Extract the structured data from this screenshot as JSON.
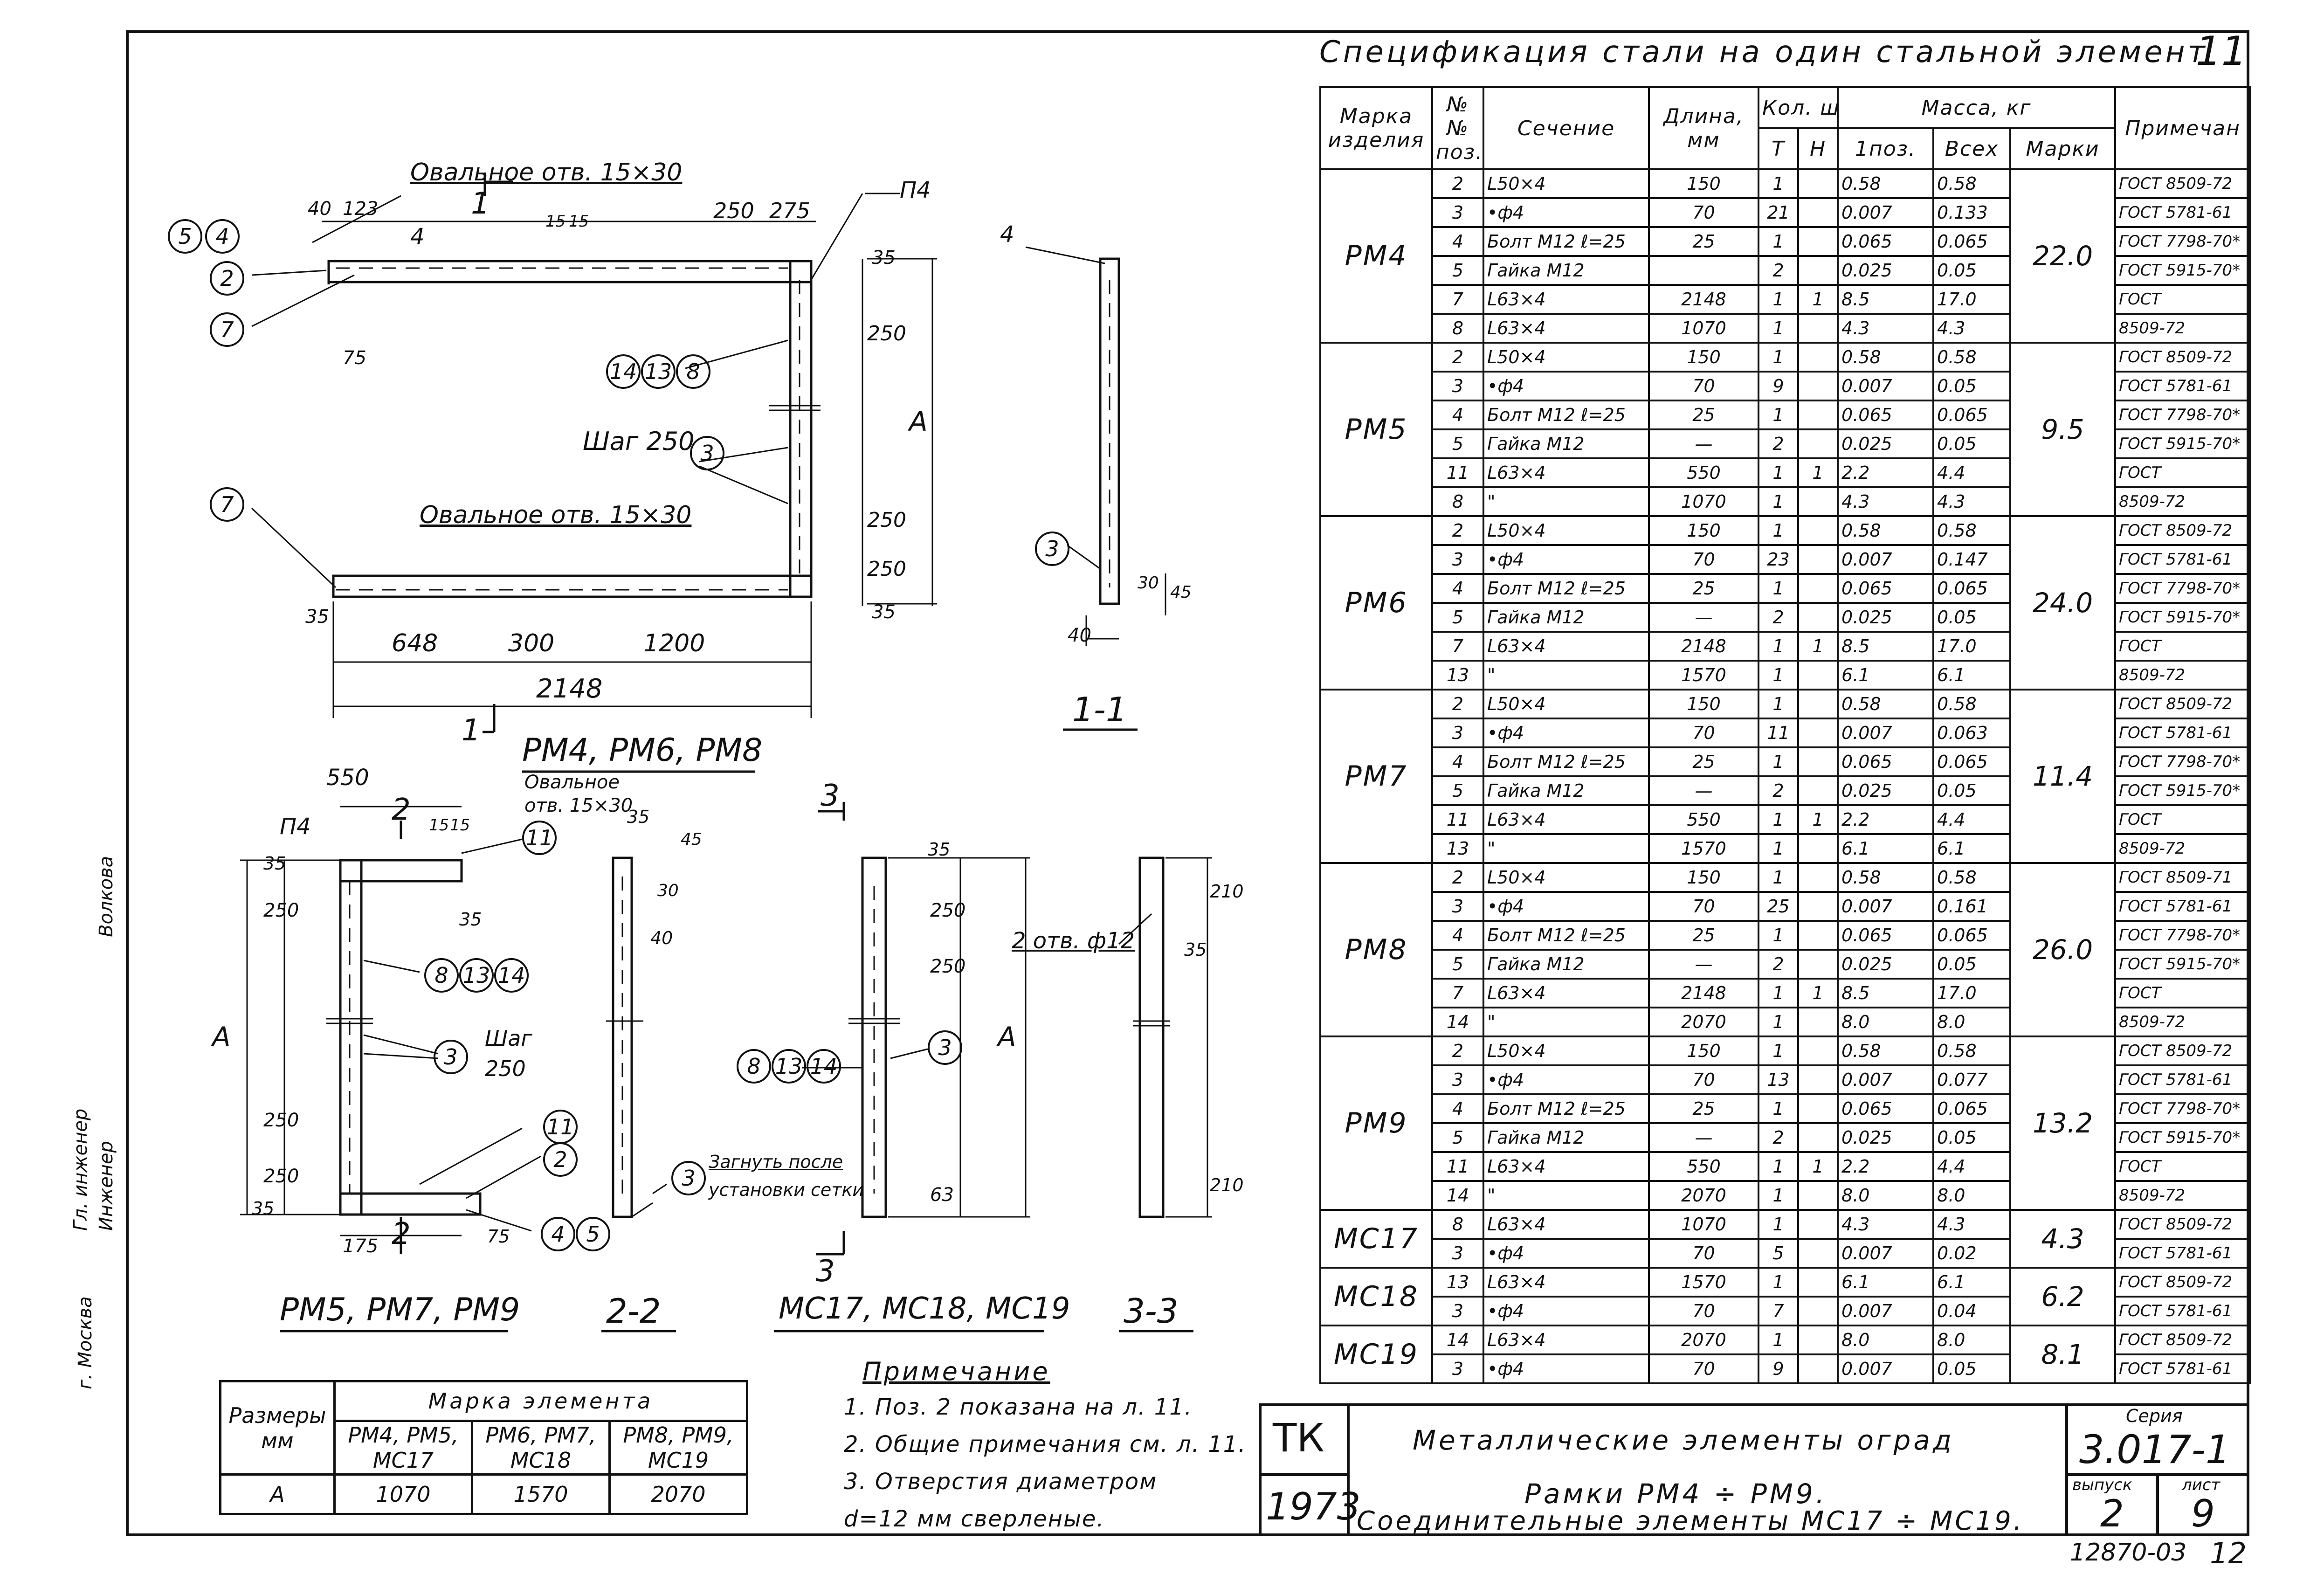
{
  "spec": {
    "title": "Спецификация стали на один стальной элемент",
    "sheet_corner": "11",
    "headers": {
      "mark": "Марка изделия",
      "pos": "№№ поз.",
      "section": "Сечение",
      "length": "Длина, мм",
      "qty": "Кол. шт.",
      "qty_t": "Т",
      "qty_n": "Н",
      "mass": "Масса, кг",
      "mass_pos": "1поз.",
      "mass_all": "Всех",
      "mass_mark": "Марки",
      "note": "Примечан"
    },
    "groups": [
      {
        "mark": "РМ4",
        "mass": "22.0",
        "rows": [
          {
            "pos": "2",
            "section": "L50×4",
            "length": "150",
            "t": "1",
            "n": "",
            "m1": "0.58",
            "mall": "0.58",
            "note": "ГОСТ 8509-72"
          },
          {
            "pos": "3",
            "section": "•ф4",
            "length": "70",
            "t": "21",
            "n": "",
            "m1": "0.007",
            "mall": "0.133",
            "note": "ГОСТ 5781-61"
          },
          {
            "pos": "4",
            "section": "Болт М12 ℓ=25",
            "length": "25",
            "t": "1",
            "n": "",
            "m1": "0.065",
            "mall": "0.065",
            "note": "ГОСТ 7798-70*"
          },
          {
            "pos": "5",
            "section": "Гайка М12",
            "length": "",
            "t": "2",
            "n": "",
            "m1": "0.025",
            "mall": "0.05",
            "note": "ГОСТ 5915-70*"
          },
          {
            "pos": "7",
            "section": "L63×4",
            "length": "2148",
            "t": "1",
            "n": "1",
            "m1": "8.5",
            "mall": "17.0",
            "note": "ГОСТ"
          },
          {
            "pos": "8",
            "section": "L63×4",
            "length": "1070",
            "t": "1",
            "n": "",
            "m1": "4.3",
            "mall": "4.3",
            "note": "8509-72"
          }
        ]
      },
      {
        "mark": "РМ5",
        "mass": "9.5",
        "rows": [
          {
            "pos": "2",
            "section": "L50×4",
            "length": "150",
            "t": "1",
            "n": "",
            "m1": "0.58",
            "mall": "0.58",
            "note": "ГОСТ 8509-72"
          },
          {
            "pos": "3",
            "section": "•ф4",
            "length": "70",
            "t": "9",
            "n": "",
            "m1": "0.007",
            "mall": "0.05",
            "note": "ГОСТ 5781-61"
          },
          {
            "pos": "4",
            "section": "Болт М12 ℓ=25",
            "length": "25",
            "t": "1",
            "n": "",
            "m1": "0.065",
            "mall": "0.065",
            "note": "ГОСТ 7798-70*"
          },
          {
            "pos": "5",
            "section": "Гайка М12",
            "length": "—",
            "t": "2",
            "n": "",
            "m1": "0.025",
            "mall": "0.05",
            "note": "ГОСТ 5915-70*"
          },
          {
            "pos": "11",
            "section": "L63×4",
            "length": "550",
            "t": "1",
            "n": "1",
            "m1": "2.2",
            "mall": "4.4",
            "note": "ГОСТ"
          },
          {
            "pos": "8",
            "section": "\"",
            "length": "1070",
            "t": "1",
            "n": "",
            "m1": "4.3",
            "mall": "4.3",
            "note": "8509-72"
          }
        ]
      },
      {
        "mark": "РМ6",
        "mass": "24.0",
        "rows": [
          {
            "pos": "2",
            "section": "L50×4",
            "length": "150",
            "t": "1",
            "n": "",
            "m1": "0.58",
            "mall": "0.58",
            "note": "ГОСТ 8509-72"
          },
          {
            "pos": "3",
            "section": "•ф4",
            "length": "70",
            "t": "23",
            "n": "",
            "m1": "0.007",
            "mall": "0.147",
            "note": "ГОСТ 5781-61"
          },
          {
            "pos": "4",
            "section": "Болт М12 ℓ=25",
            "length": "25",
            "t": "1",
            "n": "",
            "m1": "0.065",
            "mall": "0.065",
            "note": "ГОСТ 7798-70*"
          },
          {
            "pos": "5",
            "section": "Гайка М12",
            "length": "—",
            "t": "2",
            "n": "",
            "m1": "0.025",
            "mall": "0.05",
            "note": "ГОСТ 5915-70*"
          },
          {
            "pos": "7",
            "section": "L63×4",
            "length": "2148",
            "t": "1",
            "n": "1",
            "m1": "8.5",
            "mall": "17.0",
            "note": "ГОСТ"
          },
          {
            "pos": "13",
            "section": "\"",
            "length": "1570",
            "t": "1",
            "n": "",
            "m1": "6.1",
            "mall": "6.1",
            "note": "8509-72"
          }
        ]
      },
      {
        "mark": "РМ7",
        "mass": "11.4",
        "rows": [
          {
            "pos": "2",
            "section": "L50×4",
            "length": "150",
            "t": "1",
            "n": "",
            "m1": "0.58",
            "mall": "0.58",
            "note": "ГОСТ 8509-72"
          },
          {
            "pos": "3",
            "section": "•ф4",
            "length": "70",
            "t": "11",
            "n": "",
            "m1": "0.007",
            "mall": "0.063",
            "note": "ГОСТ 5781-61"
          },
          {
            "pos": "4",
            "section": "Болт М12 ℓ=25",
            "length": "25",
            "t": "1",
            "n": "",
            "m1": "0.065",
            "mall": "0.065",
            "note": "ГОСТ 7798-70*"
          },
          {
            "pos": "5",
            "section": "Гайка М12",
            "length": "—",
            "t": "2",
            "n": "",
            "m1": "0.025",
            "mall": "0.05",
            "note": "ГОСТ 5915-70*"
          },
          {
            "pos": "11",
            "section": "L63×4",
            "length": "550",
            "t": "1",
            "n": "1",
            "m1": "2.2",
            "mall": "4.4",
            "note": "ГОСТ"
          },
          {
            "pos": "13",
            "section": "\"",
            "length": "1570",
            "t": "1",
            "n": "",
            "m1": "6.1",
            "mall": "6.1",
            "note": "8509-72"
          }
        ]
      },
      {
        "mark": "РМ8",
        "mass": "26.0",
        "rows": [
          {
            "pos": "2",
            "section": "L50×4",
            "length": "150",
            "t": "1",
            "n": "",
            "m1": "0.58",
            "mall": "0.58",
            "note": "ГОСТ 8509-71"
          },
          {
            "pos": "3",
            "section": "•ф4",
            "length": "70",
            "t": "25",
            "n": "",
            "m1": "0.007",
            "mall": "0.161",
            "note": "ГОСТ 5781-61"
          },
          {
            "pos": "4",
            "section": "Болт М12 ℓ=25",
            "length": "25",
            "t": "1",
            "n": "",
            "m1": "0.065",
            "mall": "0.065",
            "note": "ГОСТ 7798-70*"
          },
          {
            "pos": "5",
            "section": "Гайка М12",
            "length": "—",
            "t": "2",
            "n": "",
            "m1": "0.025",
            "mall": "0.05",
            "note": "ГОСТ 5915-70*"
          },
          {
            "pos": "7",
            "section": "L63×4",
            "length": "2148",
            "t": "1",
            "n": "1",
            "m1": "8.5",
            "mall": "17.0",
            "note": "ГОСТ"
          },
          {
            "pos": "14",
            "section": "\"",
            "length": "2070",
            "t": "1",
            "n": "",
            "m1": "8.0",
            "mall": "8.0",
            "note": "8509-72"
          }
        ]
      },
      {
        "mark": "РМ9",
        "mass": "13.2",
        "rows": [
          {
            "pos": "2",
            "section": "L50×4",
            "length": "150",
            "t": "1",
            "n": "",
            "m1": "0.58",
            "mall": "0.58",
            "note": "ГОСТ 8509-72"
          },
          {
            "pos": "3",
            "section": "•ф4",
            "length": "70",
            "t": "13",
            "n": "",
            "m1": "0.007",
            "mall": "0.077",
            "note": "ГОСТ 5781-61"
          },
          {
            "pos": "4",
            "section": "Болт М12 ℓ=25",
            "length": "25",
            "t": "1",
            "n": "",
            "m1": "0.065",
            "mall": "0.065",
            "note": "ГОСТ 7798-70*"
          },
          {
            "pos": "5",
            "section": "Гайка М12",
            "length": "—",
            "t": "2",
            "n": "",
            "m1": "0.025",
            "mall": "0.05",
            "note": "ГОСТ 5915-70*"
          },
          {
            "pos": "11",
            "section": "L63×4",
            "length": "550",
            "t": "1",
            "n": "1",
            "m1": "2.2",
            "mall": "4.4",
            "note": "ГОСТ"
          },
          {
            "pos": "14",
            "section": "\"",
            "length": "2070",
            "t": "1",
            "n": "",
            "m1": "8.0",
            "mall": "8.0",
            "note": "8509-72"
          }
        ]
      },
      {
        "mark": "МС17",
        "mass": "4.3",
        "rows": [
          {
            "pos": "8",
            "section": "L63×4",
            "length": "1070",
            "t": "1",
            "n": "",
            "m1": "4.3",
            "mall": "4.3",
            "note": "ГОСТ 8509-72"
          },
          {
            "pos": "3",
            "section": "•ф4",
            "length": "70",
            "t": "5",
            "n": "",
            "m1": "0.007",
            "mall": "0.02",
            "note": "ГОСТ 5781-61"
          }
        ]
      },
      {
        "mark": "МС18",
        "mass": "6.2",
        "rows": [
          {
            "pos": "13",
            "section": "L63×4",
            "length": "1570",
            "t": "1",
            "n": "",
            "m1": "6.1",
            "mall": "6.1",
            "note": "ГОСТ 8509-72"
          },
          {
            "pos": "3",
            "section": "•ф4",
            "length": "70",
            "t": "7",
            "n": "",
            "m1": "0.007",
            "mall": "0.04",
            "note": "ГОСТ 5781-61"
          }
        ]
      },
      {
        "mark": "МС19",
        "mass": "8.1",
        "rows": [
          {
            "pos": "14",
            "section": "L63×4",
            "length": "2070",
            "t": "1",
            "n": "",
            "m1": "8.0",
            "mall": "8.0",
            "note": "ГОСТ 8509-72"
          },
          {
            "pos": "3",
            "section": "•ф4",
            "length": "70",
            "t": "9",
            "n": "",
            "m1": "0.007",
            "mall": "0.05",
            "note": "ГОСТ 5781-61"
          }
        ]
      }
    ]
  },
  "drawing": {
    "labels": {
      "oval_top": "Овальное отв. 15×30",
      "oval_bottom": "Овальное отв. 15×30",
      "oval_small_1": "Овальное",
      "oval_small_2": "отв. 15×30",
      "step": "Шаг 250",
      "step2_1": "Шаг",
      "step2_2": "250",
      "holes": "2 отв. ф12",
      "bend_1": "Загнуть после",
      "bend_2": "установки сетки",
      "title_rm4": "РМ4, РМ6, РМ8",
      "title_rm5": "РМ5, РМ7, РМ9",
      "title_22": "2-2",
      "title_mc": "МС17, МС18, МС19",
      "title_33": "3-3",
      "title_11": "1-1",
      "dim_A": "А",
      "weld_4a": "4",
      "weld_4v": "4",
      "weld_p4_1": "П4",
      "weld_p4_2": "П4"
    },
    "dims": {
      "d40": "40",
      "d123": "123",
      "d250": "250",
      "d275": "275",
      "d15a": "15",
      "d15b": "15",
      "d35": "35",
      "d75": "75",
      "d648": "648",
      "d300": "300",
      "d1200": "1200",
      "d2148": "2148",
      "d35b": "35",
      "d250b": "250",
      "d250c": "250",
      "d250d": "250",
      "d35c": "35",
      "s30": "30",
      "s45": "45",
      "s40": "40",
      "r550": "550",
      "r35a": "35",
      "r250a": "250",
      "r35b": "35",
      "r250b": "250",
      "r250c": "250",
      "r35c": "35",
      "r175": "175",
      "r75": "75",
      "r15a": "15",
      "r15b": "15",
      "q35": "35",
      "q45": "45",
      "q30": "30",
      "q40": "40",
      "m35": "35",
      "m250a": "250",
      "m250b": "250",
      "m63": "63",
      "t210a": "210",
      "t35": "35",
      "t210b": "210"
    },
    "circles": {
      "c5": "5",
      "c4": "4",
      "c2": "2",
      "c7a": "7",
      "c14": "14",
      "c13": "13",
      "c8": "8",
      "c3a": "3",
      "c7b": "7",
      "c3s": "3",
      "c11a": "11",
      "c8b": "8",
      "c13b": "13",
      "c14b": "14",
      "c3b": "3",
      "c11b": "11",
      "c2b": "2",
      "c4b": "4",
      "c5b": "5",
      "c3c": "3",
      "c8c": "8",
      "c13c": "13",
      "c14c": "14",
      "c3d": "3"
    },
    "cuts": {
      "c1a": "1",
      "c1b": "1",
      "c2a": "2",
      "c2b": "2",
      "c3a": "3",
      "c3b": "3"
    }
  },
  "notes": {
    "title": "Примечание",
    "items": [
      "1. Поз. 2 показана на л. 11.",
      "2. Общие примечания см. л. 11.",
      "3. Отверстия диаметром",
      "d=12 мм сверленые."
    ]
  },
  "sizes_table": {
    "h_sizes_1": "Размеры",
    "h_sizes_2": "мм",
    "h_mark": "Марка элемента",
    "col1_1": "РМ4, РМ5,",
    "col1_2": "МС17",
    "col2_1": "РМ6, РМ7,",
    "col2_2": "МС18",
    "col3_1": "РМ8, РМ9,",
    "col3_2": "МС19",
    "row_label": "А",
    "v1": "1070",
    "v2": "1570",
    "v3": "2070"
  },
  "title_block": {
    "tk": "ТК",
    "year": "1973",
    "line1": "Металлические элементы оград",
    "line2": "Рамки РМ4 ÷ РМ9.",
    "line3": "Соединительные элементы МС17 ÷ МС19.",
    "series_label": "Серия",
    "series": "3.017-1",
    "issue_label": "выпуск",
    "issue": "2",
    "sheet_label": "лист",
    "sheet": "9",
    "bottom": "12870-03",
    "page": "12"
  },
  "stamp": {
    "city": "г. Москва",
    "role1": "Гл. инженер",
    "role2": "Инженер",
    "name2": "Волкова"
  }
}
